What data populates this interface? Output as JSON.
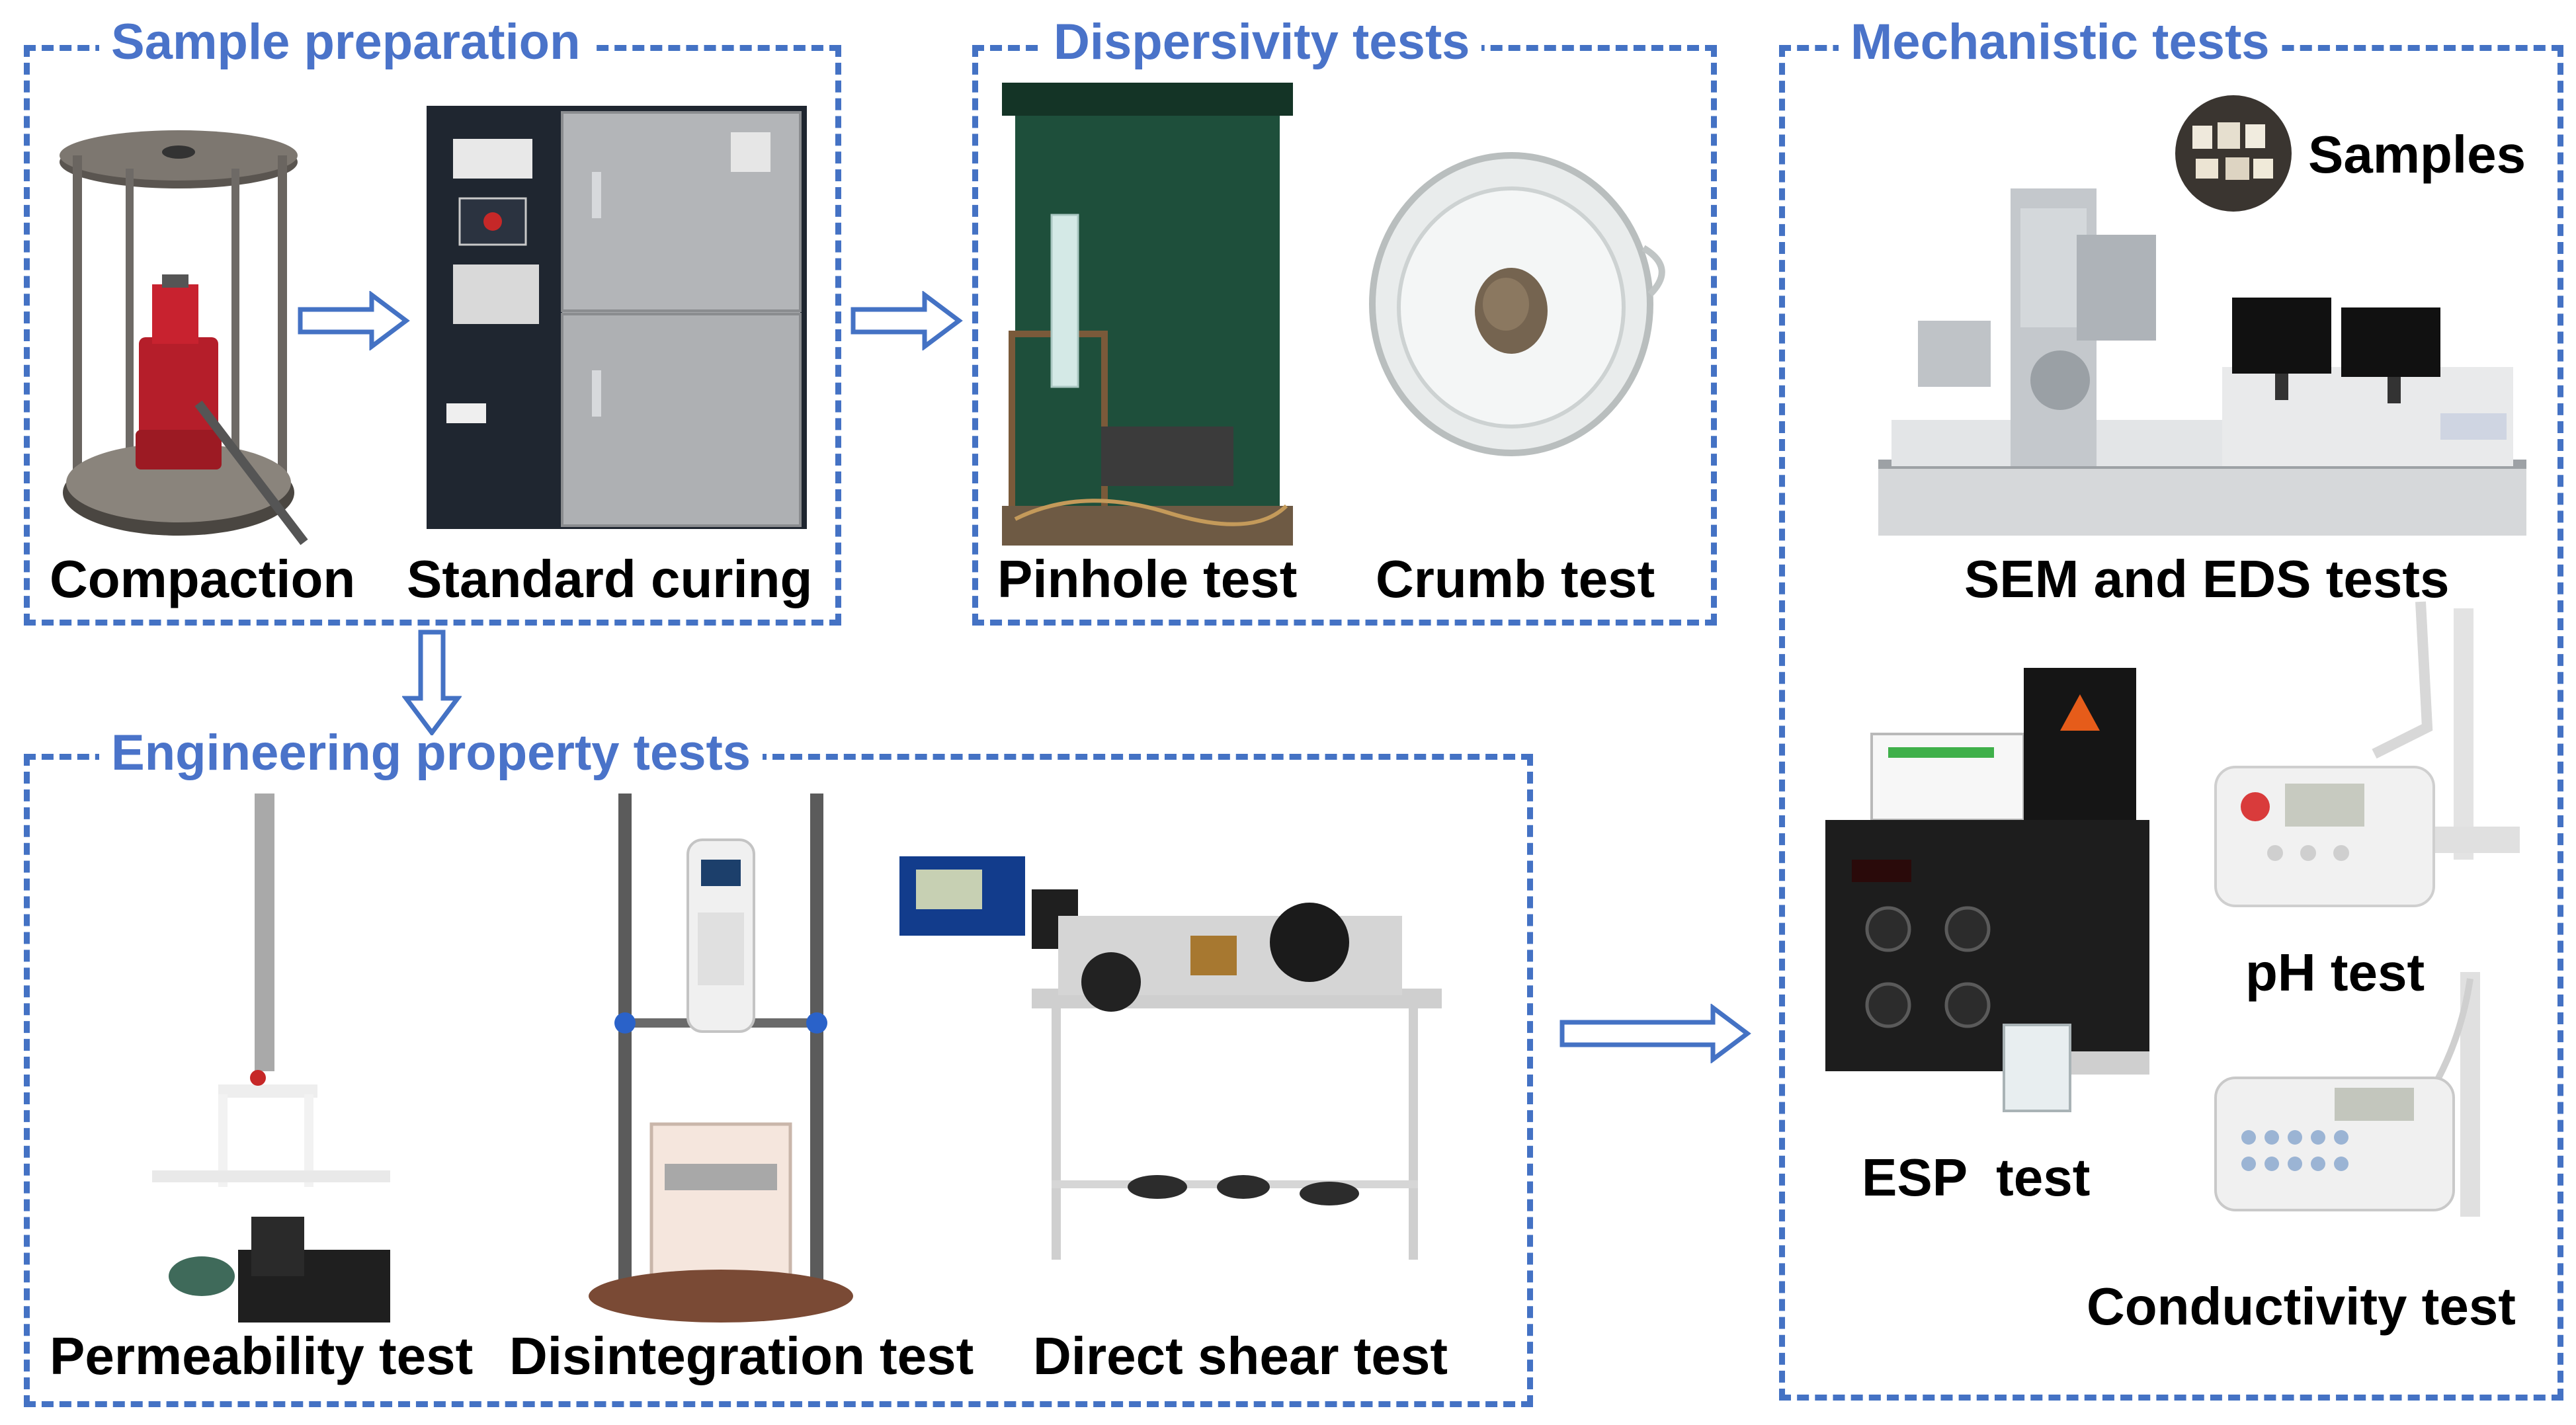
{
  "colors": {
    "accent": "#4472c4",
    "title": "#4a73c9",
    "text": "#000000"
  },
  "sections": {
    "sample_preparation": {
      "title": "Sample preparation",
      "items": {
        "compaction": "Compaction",
        "standard_curing": "Standard curing"
      }
    },
    "dispersivity": {
      "title": "Dispersivity tests",
      "items": {
        "pinhole": "Pinhole test",
        "crumb": "Crumb test"
      }
    },
    "mechanistic": {
      "title": "Mechanistic tests",
      "items": {
        "samples": "Samples",
        "sem_eds": "SEM and EDS tests",
        "ph": "pH test",
        "esp": "ESP  test",
        "conductivity": "Conductivity test"
      }
    },
    "engineering": {
      "title": "Engineering property tests",
      "items": {
        "permeability": "Permeability test",
        "disintegration": "Disintegration test",
        "direct_shear": "Direct shear test"
      }
    }
  },
  "icons": [
    "arrow-right-icon",
    "arrow-down-icon"
  ]
}
